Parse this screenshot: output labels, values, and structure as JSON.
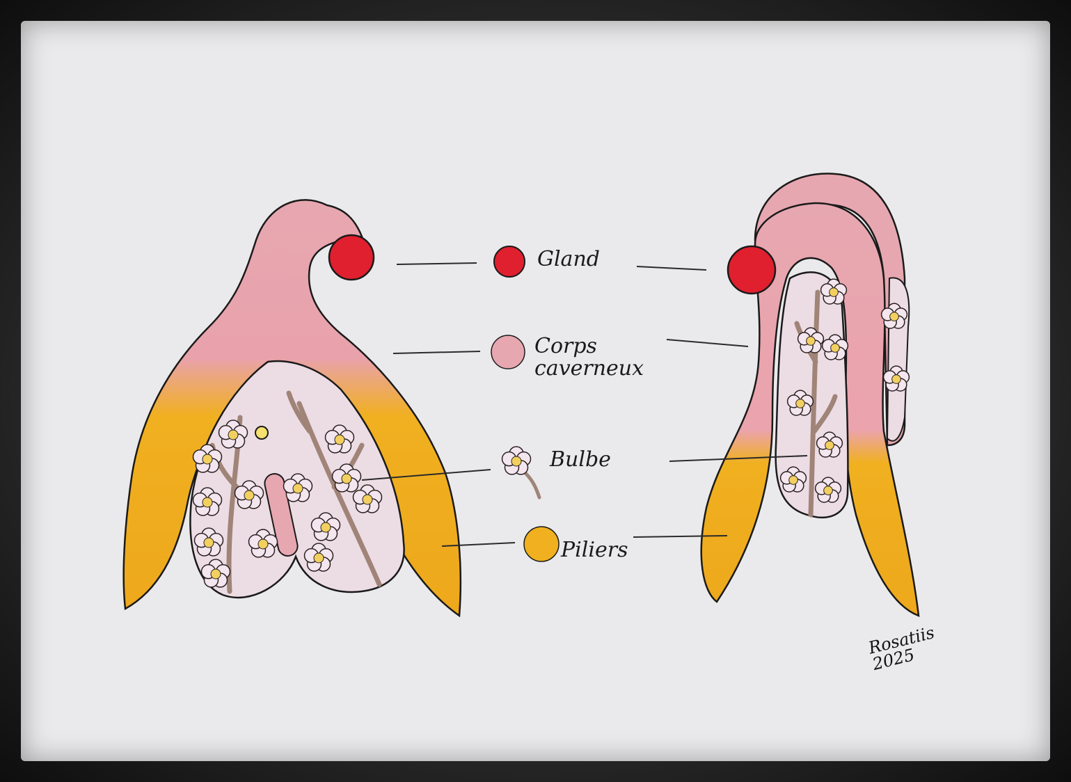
{
  "legend": [
    {
      "label": "Gland",
      "color": "#e0202e"
    },
    {
      "label": "Corps\ncaverneux",
      "color": "#e7a7b0"
    },
    {
      "label": "Bulbe",
      "color": "#e8c8d4"
    },
    {
      "label": "Piliers",
      "color": "#f0b020"
    }
  ],
  "signature": "Rosatiis\n2025",
  "colors": {
    "paper": "#eaeaec",
    "gland": "#e0202e",
    "corps": "#e7a7b0",
    "piliers": "#f0b020",
    "bulbe": "#ecdce4",
    "branch": "#a08478",
    "ink": "#1a1a1a"
  }
}
